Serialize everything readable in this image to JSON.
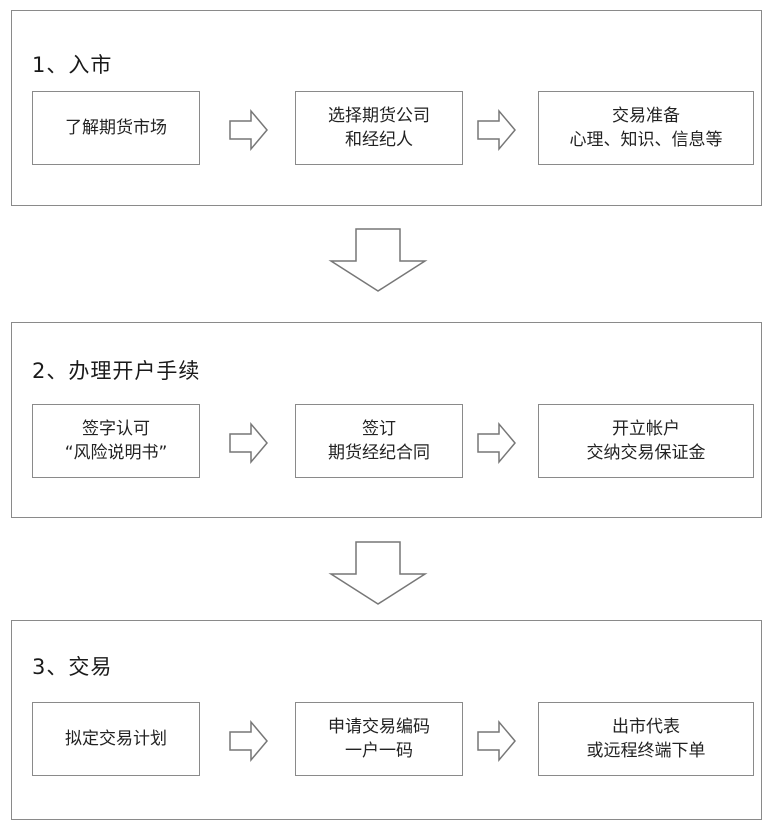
{
  "steps": [
    {
      "title": "1、入市",
      "boxes": [
        {
          "lines": [
            "了解期货市场"
          ]
        },
        {
          "lines": [
            "选择期货公司",
            "和经纪人"
          ]
        },
        {
          "lines": [
            "交易准备",
            "心理、知识、信息等"
          ]
        }
      ]
    },
    {
      "title": "2、办理开户手续",
      "boxes": [
        {
          "lines": [
            "签字认可",
            "“风险说明书”"
          ]
        },
        {
          "lines": [
            "签订",
            "期货经纪合同"
          ]
        },
        {
          "lines": [
            "开立帐户",
            "交纳交易保证金"
          ]
        }
      ]
    },
    {
      "title": "3、交易",
      "boxes": [
        {
          "lines": [
            "拟定交易计划"
          ]
        },
        {
          "lines": [
            "申请交易编码",
            "一户一码"
          ]
        },
        {
          "lines": [
            "出市代表",
            "或远程终端下单"
          ]
        }
      ]
    }
  ],
  "colors": {
    "border": "#8a8a8a",
    "arrow_stroke": "#777777",
    "text": "#222222"
  },
  "icons": {
    "right_arrow": "outline-right-arrow-icon",
    "down_arrow": "outline-down-arrow-icon"
  }
}
